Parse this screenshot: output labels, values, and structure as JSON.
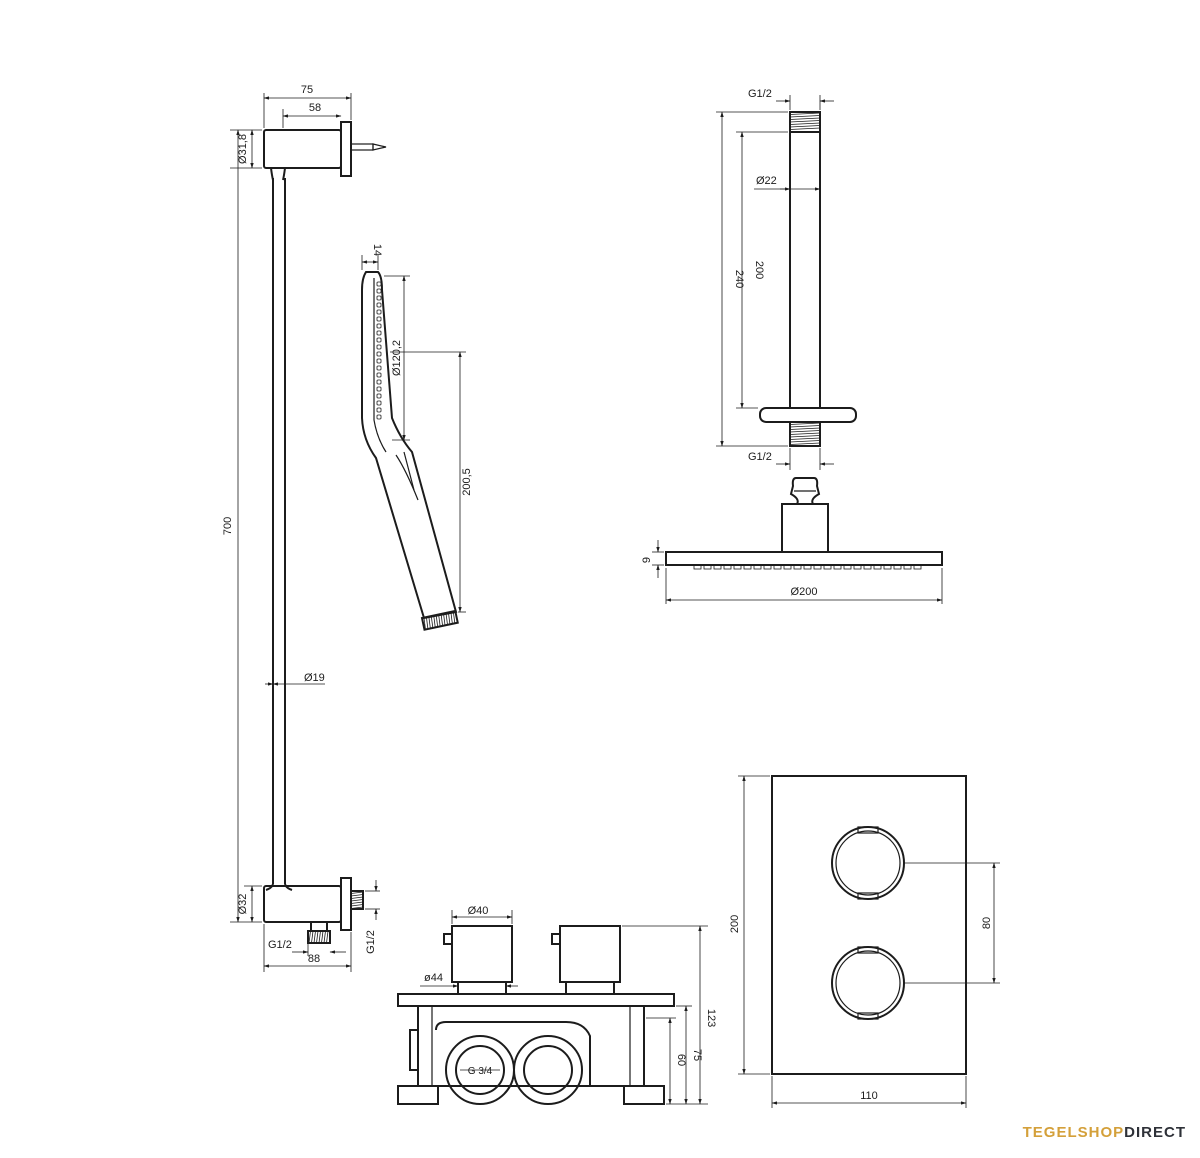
{
  "brand": {
    "part1": "TEGELSHOP",
    "part2": "DIRECT",
    "colors": {
      "part1": "#d4a03a",
      "part2": "#2e3138"
    }
  },
  "slide_rail": {
    "overall_length": "700",
    "bracket_depth": "75",
    "bracket_inner": "58",
    "top_bracket_diameter": "Ø31,8",
    "rod_diameter": "Ø19",
    "bottom_bracket_diameter": "Ø32",
    "outlet_thread": "G1/2",
    "wall_outlet_thread": "G1/2",
    "bottom_depth": "88"
  },
  "hand_shower": {
    "width": "14",
    "head_diameter": "Ø120,2",
    "length": "200,5"
  },
  "ceiling_arm": {
    "top_thread": "G1/2",
    "tube_diameter": "Ø22",
    "inner_length": "200",
    "overall_length": "240",
    "bottom_thread": "G1/2"
  },
  "head_shower": {
    "thickness": "9",
    "diameter": "Ø200"
  },
  "thermostat_body": {
    "spindle_diameter": "Ø40",
    "rosette_diameter": "ø44",
    "total_depth": "123",
    "box_depth": "75",
    "inner_depth": "60",
    "connection": "G 3/4"
  },
  "cover_plate": {
    "height": "200",
    "knob_spacing": "80",
    "width": "110"
  }
}
